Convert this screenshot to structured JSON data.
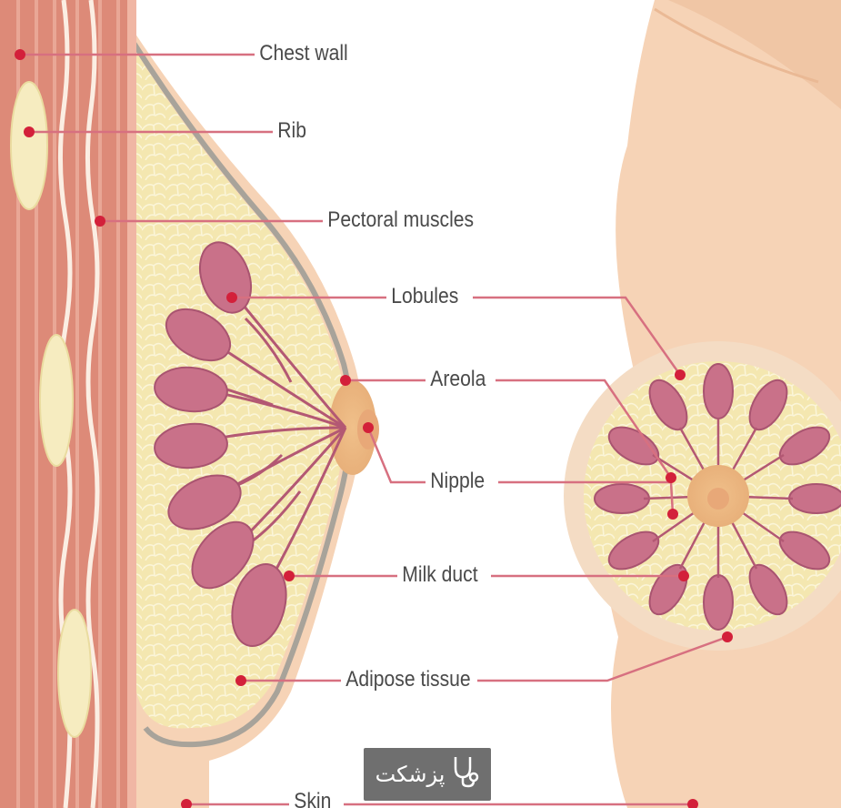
{
  "colors": {
    "skin": "#f6d3b6",
    "skin_shadow": "#eebf9c",
    "adipose": "#f4e7b0",
    "lobule": "#c97189",
    "duct": "#b35873",
    "muscle": "#dd8a78",
    "rib": "#f6ecc0",
    "dot": "#d3203a",
    "leader": "#d77080",
    "label": "#4a4a4a"
  },
  "labels": {
    "chest_wall": "Chest wall",
    "rib": "Rib",
    "pectoral_muscles": "Pectoral muscles",
    "lobules": "Lobules",
    "areola": "Areola",
    "nipple": "Nipple",
    "milk_duct": "Milk duct",
    "adipose_tissue": "Adipose tissue",
    "skin": "Skin"
  },
  "watermark": {
    "text": "پزشکت",
    "icon": "stethoscope-icon"
  }
}
